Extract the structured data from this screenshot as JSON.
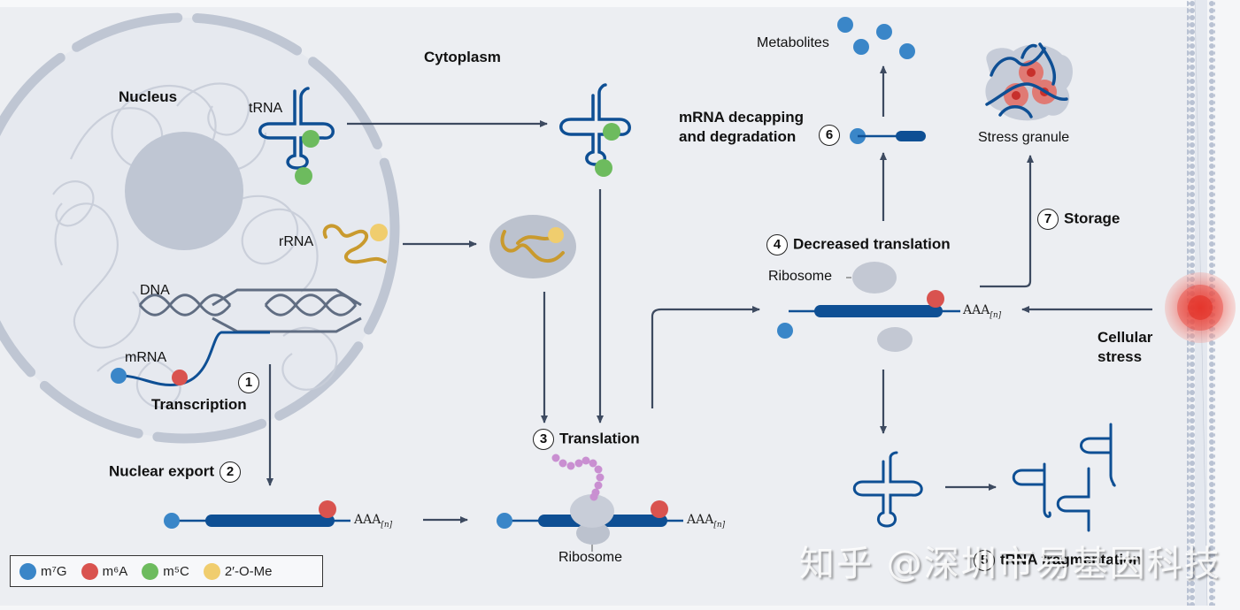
{
  "figure": {
    "regions": {
      "nucleus": "Nucleus",
      "cytoplasm": "Cytoplasm"
    },
    "molecules": {
      "trna": "tRNA",
      "rrna": "rRNA",
      "dna": "DNA",
      "mrna": "mRNA",
      "ribosome": "Ribosome",
      "poly_a": "AAA",
      "poly_a_sub": "[n]",
      "metabolites": "Metabolites",
      "stress_granule": "Stress granule",
      "cellular_stress_line1": "Cellular",
      "cellular_stress_line2": "stress"
    },
    "steps": [
      {
        "number": "1",
        "label": "Transcription"
      },
      {
        "number": "2",
        "label": "Nuclear export"
      },
      {
        "number": "3",
        "label": "Translation"
      },
      {
        "number": "4",
        "label": "Decreased translation"
      },
      {
        "number": "5",
        "label": "tRNA fragmentation"
      },
      {
        "number": "6",
        "label_line1": "mRNA decapping",
        "label_line2": "and degradation"
      },
      {
        "number": "7",
        "label": "Storage"
      }
    ]
  },
  "legend": {
    "items": [
      {
        "label": "m⁷G",
        "color": "#3a86c8"
      },
      {
        "label": "m⁶A",
        "color": "#d9534f"
      },
      {
        "label": "m⁵C",
        "color": "#6dbb5e"
      },
      {
        "label": "2′-O-Me",
        "color": "#f0cd6e"
      }
    ]
  },
  "colors": {
    "rna_blue": "#0e4f94",
    "arrow": "#3d4a60",
    "nucleus_fill": "#e9ecf2",
    "membrane_gray": "#bcc4d2",
    "stress_red": "#e8433a"
  },
  "watermark": "知乎 @深圳市易基因科技"
}
